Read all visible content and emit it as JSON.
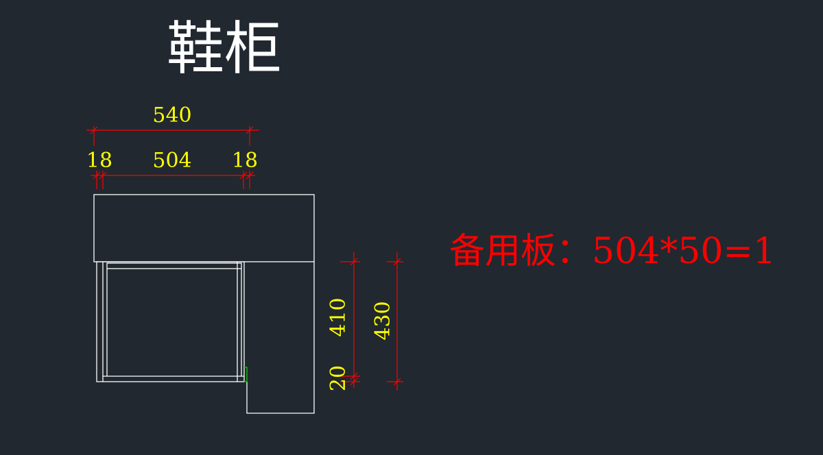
{
  "drawing": {
    "title": "鞋柜",
    "note": "备用板：504*50=1",
    "dimensions": {
      "overall_width": "540",
      "left_panel": "18",
      "inner_width": "504",
      "right_panel": "18",
      "inner_height": "410",
      "bottom_gap": "20",
      "overall_height": "430"
    }
  },
  "colors": {
    "background": "#212830",
    "outline": "#ffffff",
    "dimension_line": "#ff0000",
    "dimension_text": "#ffff00",
    "note_text": "#ff0000",
    "marker": "#00c000"
  }
}
